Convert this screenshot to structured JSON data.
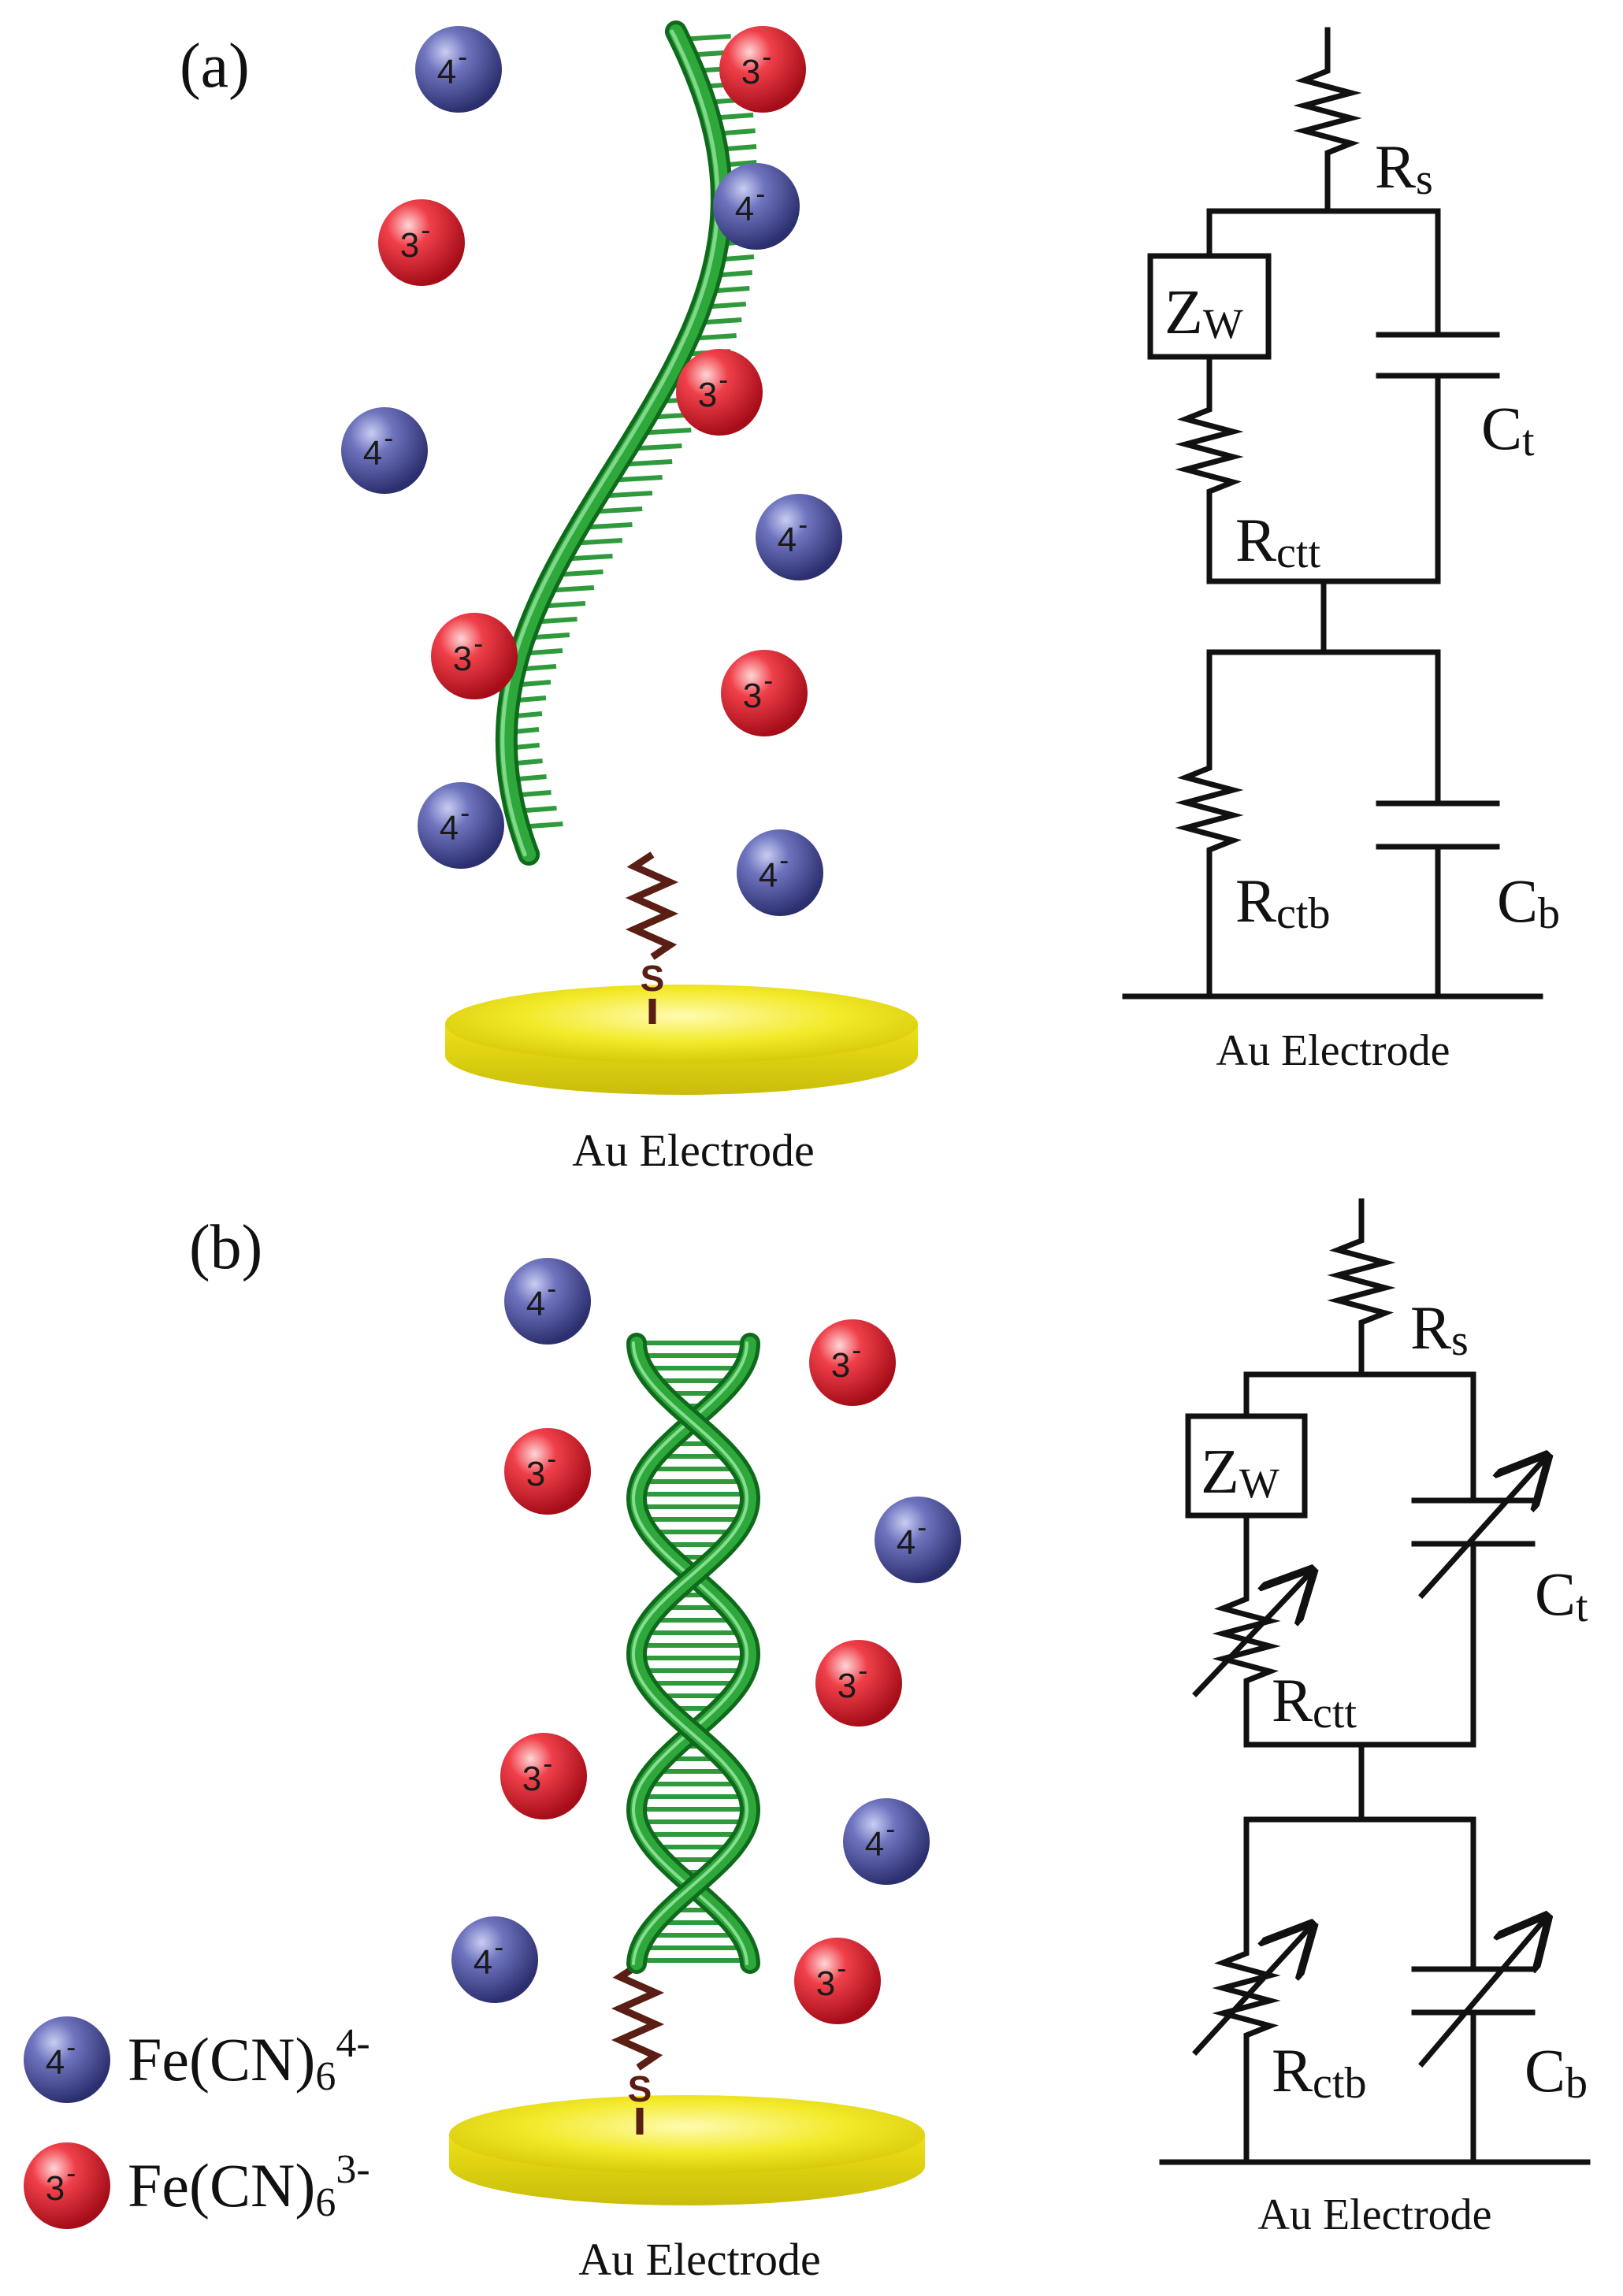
{
  "panels": [
    {
      "id": "a",
      "label": "(a)",
      "electrode_label": "Au Electrode",
      "linker_label": "S",
      "circuit": {
        "rs": {
          "main": "R",
          "sub": "s"
        },
        "zw": {
          "main": "Z",
          "sub": "W"
        },
        "rct_top": {
          "main": "R",
          "sub": "ctt"
        },
        "c_top": {
          "main": "C",
          "sub": "t"
        },
        "rct_bottom": {
          "main": "R",
          "sub": "ctb"
        },
        "c_bottom": {
          "main": "C",
          "sub": "b"
        },
        "electrode_label": "Au Electrode",
        "variable_elements": false
      },
      "ions": [
        {
          "charge": "4-",
          "number": "4",
          "sign": "-"
        },
        {
          "charge": "3-",
          "number": "3",
          "sign": "-"
        },
        {
          "charge": "3-",
          "number": "3",
          "sign": "-"
        },
        {
          "charge": "4-",
          "number": "4",
          "sign": "-"
        },
        {
          "charge": "3-",
          "number": "3",
          "sign": "-"
        },
        {
          "charge": "4-",
          "number": "4",
          "sign": "-"
        },
        {
          "charge": "4-",
          "number": "4",
          "sign": "-"
        },
        {
          "charge": "3-",
          "number": "3",
          "sign": "-"
        },
        {
          "charge": "3-",
          "number": "3",
          "sign": "-"
        },
        {
          "charge": "4-",
          "number": "4",
          "sign": "-"
        },
        {
          "charge": "4-",
          "number": "4",
          "sign": "-"
        }
      ]
    },
    {
      "id": "b",
      "label": "(b)",
      "electrode_label": "Au Electrode",
      "linker_label": "S",
      "circuit": {
        "rs": {
          "main": "R",
          "sub": "s"
        },
        "zw": {
          "main": "Z",
          "sub": "W"
        },
        "rct_top": {
          "main": "R",
          "sub": "ctt"
        },
        "c_top": {
          "main": "C",
          "sub": "t"
        },
        "rct_bottom": {
          "main": "R",
          "sub": "ctb"
        },
        "c_bottom": {
          "main": "C",
          "sub": "b"
        },
        "electrode_label": "Au Electrode",
        "variable_elements": true
      },
      "ions": [
        {
          "charge": "4-",
          "number": "4",
          "sign": "-"
        },
        {
          "charge": "3-",
          "number": "3",
          "sign": "-"
        },
        {
          "charge": "3-",
          "number": "3",
          "sign": "-"
        },
        {
          "charge": "4-",
          "number": "4",
          "sign": "-"
        },
        {
          "charge": "3-",
          "number": "3",
          "sign": "-"
        },
        {
          "charge": "3-",
          "number": "3",
          "sign": "-"
        },
        {
          "charge": "4-",
          "number": "4",
          "sign": "-"
        },
        {
          "charge": "4-",
          "number": "4",
          "sign": "-"
        },
        {
          "charge": "3-",
          "number": "3",
          "sign": "-"
        }
      ]
    }
  ],
  "legend": [
    {
      "ion_number": "4",
      "ion_sign": "-",
      "formula": "Fe(CN)",
      "subscript": "6",
      "superscript": "4-",
      "color": "#4a4f9a"
    },
    {
      "ion_number": "3",
      "ion_sign": "-",
      "formula": "Fe(CN)",
      "subscript": "6",
      "superscript": "3-",
      "color": "#e8202e"
    }
  ],
  "colors": {
    "ion_4": "#4a4f9a",
    "ion_3": "#e8202e",
    "dna": "#1f8a2e",
    "dna_light": "#3dbb4a",
    "electrode": "#f2ea1c",
    "linker": "#5a1e14",
    "wire": "#111111"
  }
}
